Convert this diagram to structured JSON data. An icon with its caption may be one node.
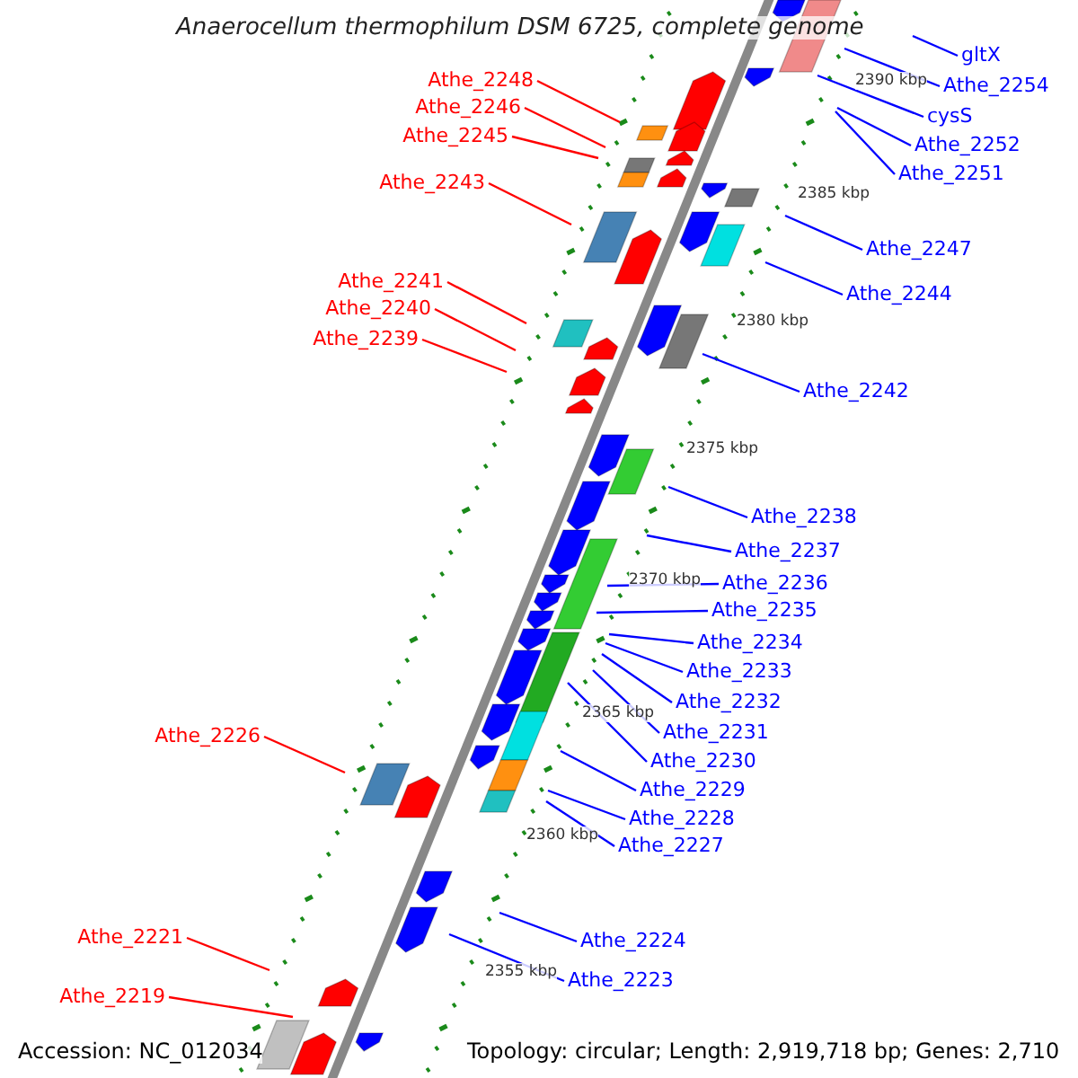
{
  "diagram": {
    "title": "Anaerocellum thermophilum DSM 6725, complete genome",
    "nodes": [
      {
        "text": [
          "gltX"
        ]
      },
      {
        "text": [
          "Athe_2248"
        ]
      },
      {
        "text": [
          "Athe_2254"
        ]
      },
      {
        "text": [
          "Athe_2246"
        ]
      },
      {
        "text": [
          "cysS"
        ]
      },
      {
        "text": [
          "Athe_2245"
        ]
      },
      {
        "text": [
          "Athe_2252"
        ]
      },
      {
        "text": [
          "Athe_2251"
        ]
      },
      {
        "text": [
          "Athe_2243"
        ]
      },
      {
        "text": [
          "Athe_2247"
        ]
      },
      {
        "text": [
          "Athe_2241"
        ]
      },
      {
        "text": [
          "Athe_2244"
        ]
      },
      {
        "text": [
          "Athe_2240"
        ]
      },
      {
        "text": [
          "Athe_2239"
        ]
      },
      {
        "text": [
          "Athe_2242"
        ]
      },
      {
        "text": [
          "Athe_2238"
        ]
      },
      {
        "text": [
          "Athe_2237"
        ]
      },
      {
        "text": [
          "Athe_2236"
        ]
      },
      {
        "text": [
          "Athe_2235"
        ]
      },
      {
        "text": [
          "Athe_2234"
        ]
      },
      {
        "text": [
          "Athe_2233"
        ]
      },
      {
        "text": [
          "Athe_2232"
        ]
      },
      {
        "text": [
          "Athe_2231"
        ]
      },
      {
        "text": [
          "Athe_2226"
        ]
      },
      {
        "text": [
          "Athe_2230"
        ]
      },
      {
        "text": [
          "Athe_2229"
        ]
      },
      {
        "text": [
          "Athe_2228"
        ]
      },
      {
        "text": [
          "Athe_2227"
        ]
      },
      {
        "text": [
          "Athe_2221"
        ]
      },
      {
        "text": [
          "Athe_2224"
        ]
      },
      {
        "text": [
          "Athe_2223"
        ]
      },
      {
        "text": [
          "Athe_2219"
        ]
      }
    ],
    "edges": [
      {
        "from": 0,
        "to": null,
        "arrow": "none"
      },
      {
        "from": 1,
        "to": null,
        "arrow": "none",
        "color": "#ff0000"
      },
      {
        "from": 2,
        "to": null,
        "arrow": "none"
      },
      {
        "from": 3,
        "to": null,
        "arrow": "none",
        "color": "#ff0000"
      },
      {
        "from": 4,
        "to": null,
        "arrow": "none"
      },
      {
        "from": 5,
        "to": null,
        "arrow": "none",
        "color": "#ff0000"
      },
      {
        "from": 6,
        "to": null,
        "arrow": "none"
      },
      {
        "from": 7,
        "to": null,
        "arrow": "none"
      },
      {
        "from": 8,
        "to": null,
        "arrow": "none",
        "color": "#ff0000"
      },
      {
        "from": 9,
        "to": null,
        "arrow": "none"
      },
      {
        "from": 10,
        "to": null,
        "arrow": "none",
        "color": "#ff0000"
      },
      {
        "from": 11,
        "to": null,
        "arrow": "none"
      },
      {
        "from": 12,
        "to": null,
        "arrow": "none",
        "color": "#ff0000"
      },
      {
        "from": 13,
        "to": null,
        "arrow": "none",
        "color": "#ff0000"
      },
      {
        "from": 14,
        "to": null,
        "arrow": "none"
      },
      {
        "from": 15,
        "to": null,
        "arrow": "none"
      },
      {
        "from": 16,
        "to": null,
        "arrow": "none"
      },
      {
        "from": 17,
        "to": null,
        "arrow": "none"
      },
      {
        "from": 18,
        "to": null,
        "arrow": "none"
      },
      {
        "from": 19,
        "to": null,
        "arrow": "none"
      },
      {
        "from": 20,
        "to": null,
        "arrow": "none"
      },
      {
        "from": 21,
        "to": null,
        "arrow": "none"
      },
      {
        "from": 22,
        "to": null,
        "arrow": "none"
      },
      {
        "from": 23,
        "to": null,
        "arrow": "none",
        "color": "#ff0000"
      },
      {
        "from": 24,
        "to": null,
        "arrow": "none"
      },
      {
        "from": 25,
        "to": null,
        "arrow": "none"
      },
      {
        "from": 26,
        "to": null,
        "arrow": "none"
      },
      {
        "from": 27,
        "to": null,
        "arrow": "none"
      },
      {
        "from": 28,
        "to": null,
        "arrow": "none",
        "color": "#ff0000"
      },
      {
        "from": 29,
        "to": null,
        "arrow": "none"
      },
      {
        "from": 30,
        "to": null,
        "arrow": "none"
      },
      {
        "from": 31,
        "to": null,
        "arrow": "none",
        "color": "#ff0000"
      }
    ],
    "labels": [
      "2390 kbp",
      "2385 kbp",
      "2380 kbp",
      "2375 kbp",
      "2370 kbp",
      "2365 kbp",
      "2360 kbp",
      "2355 kbp",
      "Accession: NC_012034",
      "Topology: circular; Length: 2,919,718 bp; Genes: 2,710"
    ]
  }
}
